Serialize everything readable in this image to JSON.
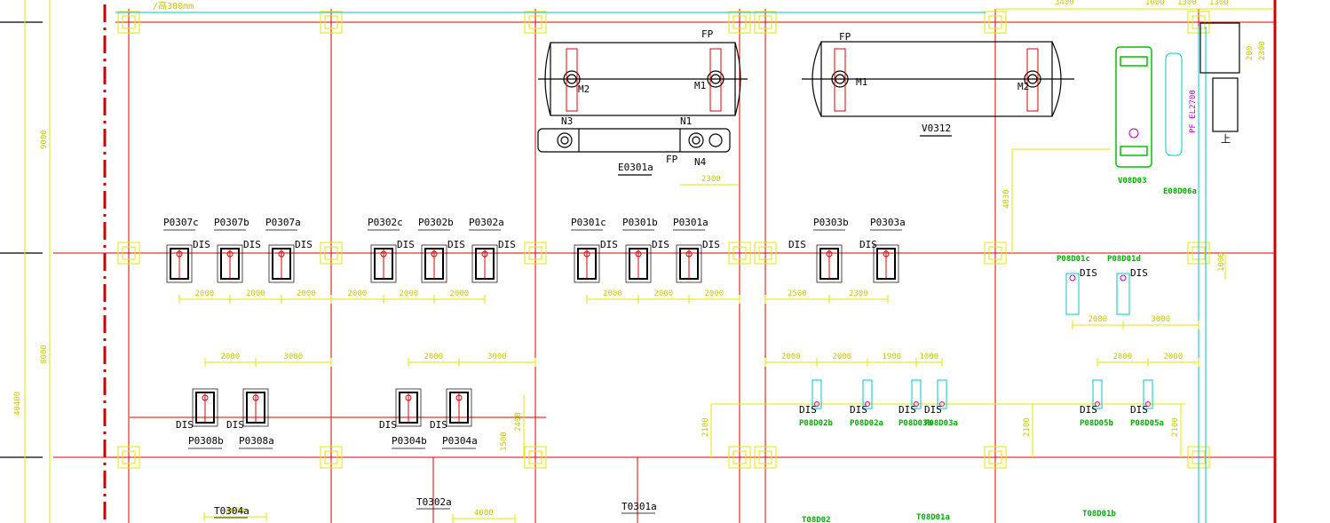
{
  "note_top": "/高300mm",
  "pumps_row1": [
    {
      "tag": "P0307c",
      "dis": "DIS"
    },
    {
      "tag": "P0307b",
      "dis": "DIS"
    },
    {
      "tag": "P0307a",
      "dis": "DIS"
    },
    {
      "tag": "P0302c",
      "dis": "DIS"
    },
    {
      "tag": "P0302b",
      "dis": "DIS"
    },
    {
      "tag": "P0302a",
      "dis": "DIS"
    },
    {
      "tag": "P0301c",
      "dis": "DIS"
    },
    {
      "tag": "P0301b",
      "dis": "DIS"
    },
    {
      "tag": "P0301a",
      "dis": "DIS"
    },
    {
      "tag": "P0303b",
      "dis": "DIS"
    },
    {
      "tag": "P0303a",
      "dis": "DIS"
    }
  ],
  "pumps_row2": [
    {
      "tag": "P0308b",
      "dis": "DIS"
    },
    {
      "tag": "P0308a",
      "dis": "DIS"
    },
    {
      "tag": "P0304b",
      "dis": "DIS"
    },
    {
      "tag": "P0304a",
      "dis": "DIS"
    }
  ],
  "green_pumps_mid": [
    {
      "tag": "P08D01c",
      "dis": "DIS"
    },
    {
      "tag": "P08D01d",
      "dis": "DIS"
    }
  ],
  "green_pumps_low": [
    {
      "tag": "P08D02b",
      "dis": "DIS"
    },
    {
      "tag": "P08D02a",
      "dis": "DIS"
    },
    {
      "tag": "P08D03b",
      "dis": "DIS"
    },
    {
      "tag": "P08D03a",
      "dis": "DIS"
    },
    {
      "tag": "P08D05b",
      "dis": "DIS"
    },
    {
      "tag": "P08D05a",
      "dis": "DIS"
    }
  ],
  "vessels": {
    "tank_left": {
      "nozzles": [
        "FP",
        "M2",
        "M1",
        "N3",
        "N1"
      ]
    },
    "exchanger": {
      "tag": "E0301a",
      "nozzles": [
        "FP",
        "N4"
      ]
    },
    "tank_right": {
      "tag": "V0312",
      "nozzles": [
        "FP",
        "M1",
        "M2"
      ]
    },
    "v08d03": {
      "tag": "V08D03"
    },
    "e08d06a": {
      "tag": "E08D06a",
      "note": "PF EL2700"
    },
    "up_mark": "上"
  },
  "towers": [
    "T0304a",
    "T0302a",
    "T0301a",
    "T08D02",
    "T08D01a",
    "T08D01b"
  ],
  "dims_row1": [
    "2000",
    "2000",
    "2000",
    "2000",
    "2000",
    "2000",
    "2000",
    "2000",
    "2000",
    "2500",
    "2300"
  ],
  "dims_row2": [
    "2000",
    "3000",
    "2000",
    "3000"
  ],
  "dims_green_mid": [
    "2000",
    "3000"
  ],
  "dims_green_low": [
    "2000",
    "2000",
    "1900",
    "1000",
    "2000",
    "2000"
  ],
  "dims_vertical": [
    "9000",
    "8000",
    "40400",
    "2100",
    "2100",
    "2100",
    "4030",
    "2400",
    "1500",
    "1000",
    "2300",
    "200"
  ],
  "dims_misc": [
    "2300",
    "4000",
    "4000",
    "3400",
    "1000",
    "1300",
    "1300"
  ]
}
